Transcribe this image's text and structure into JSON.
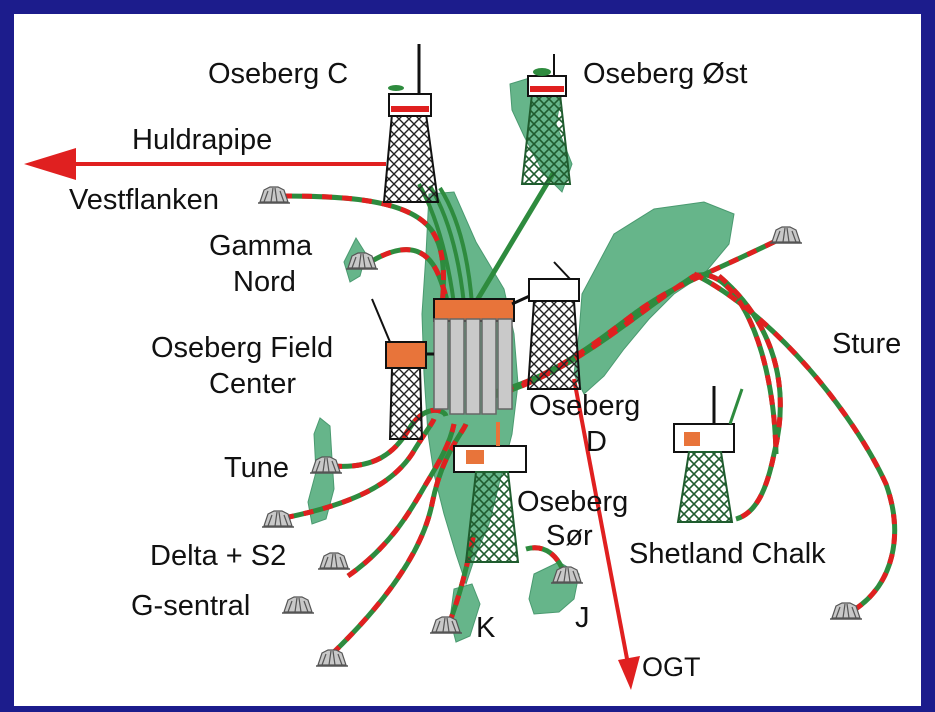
{
  "diagram": {
    "labels": {
      "oseberg_c": "Oseberg C",
      "oseberg_ost": "Oseberg Øst",
      "huldrapipe": "Huldrapipe",
      "vestflanken": "Vestflanken",
      "gamma": "Gamma",
      "nord": "Nord",
      "field_center_1": "Oseberg Field",
      "field_center_2": "Center",
      "tune": "Tune",
      "delta_s2": "Delta + S2",
      "g_sentral": "G-sentral",
      "oseberg_d_1": "Oseberg",
      "oseberg_d_2": "D",
      "oseberg_sor_1": "Oseberg",
      "oseberg_sor_2": "Sør",
      "sture": "Sture",
      "shetland_chalk": "Shetland Chalk",
      "k": "K",
      "j": "J",
      "ogt": "OGT"
    },
    "colors": {
      "frame": "#1c1c8c",
      "reservoir": "#66b58a",
      "pipeline_green": "#2e8b3e",
      "pipeline_red": "#e02020",
      "export_arrow": "#e02020",
      "platform_deck": "#e8743a"
    }
  }
}
